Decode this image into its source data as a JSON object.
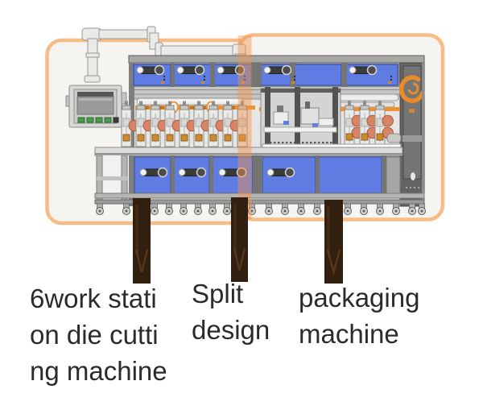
{
  "figure": {
    "type": "annotated-machine-image",
    "sections": [
      {
        "id": "die-cutting-machine",
        "label_lines": [
          "6work stati",
          "on die cutti",
          "ng machine"
        ]
      },
      {
        "id": "split-design",
        "label_lines": [
          "Split",
          "design"
        ]
      },
      {
        "id": "packaging-machine",
        "label_lines": [
          "packaging",
          "machine"
        ]
      }
    ]
  },
  "colors": {
    "background": "#FFFFFF",
    "box_fill": "#F5F4F1",
    "box_border": "#F7BC85",
    "overlay_orange": "#F0924A",
    "door_blue": "#5F7CE2",
    "door_border": "#3A52A8",
    "frame_gray": "#8F8F8D",
    "frame_dark": "#5A5A58",
    "band_light": "#E6E6E4",
    "stripe_orange": "#EF9033",
    "roller_salmon": "#DB8465",
    "accent_orange": "#CF8A2E",
    "side_panel": "#646462",
    "logo_orange": "#E98A2B",
    "arrow_brown": "#31200F",
    "label_text": "#2B2B2B"
  }
}
